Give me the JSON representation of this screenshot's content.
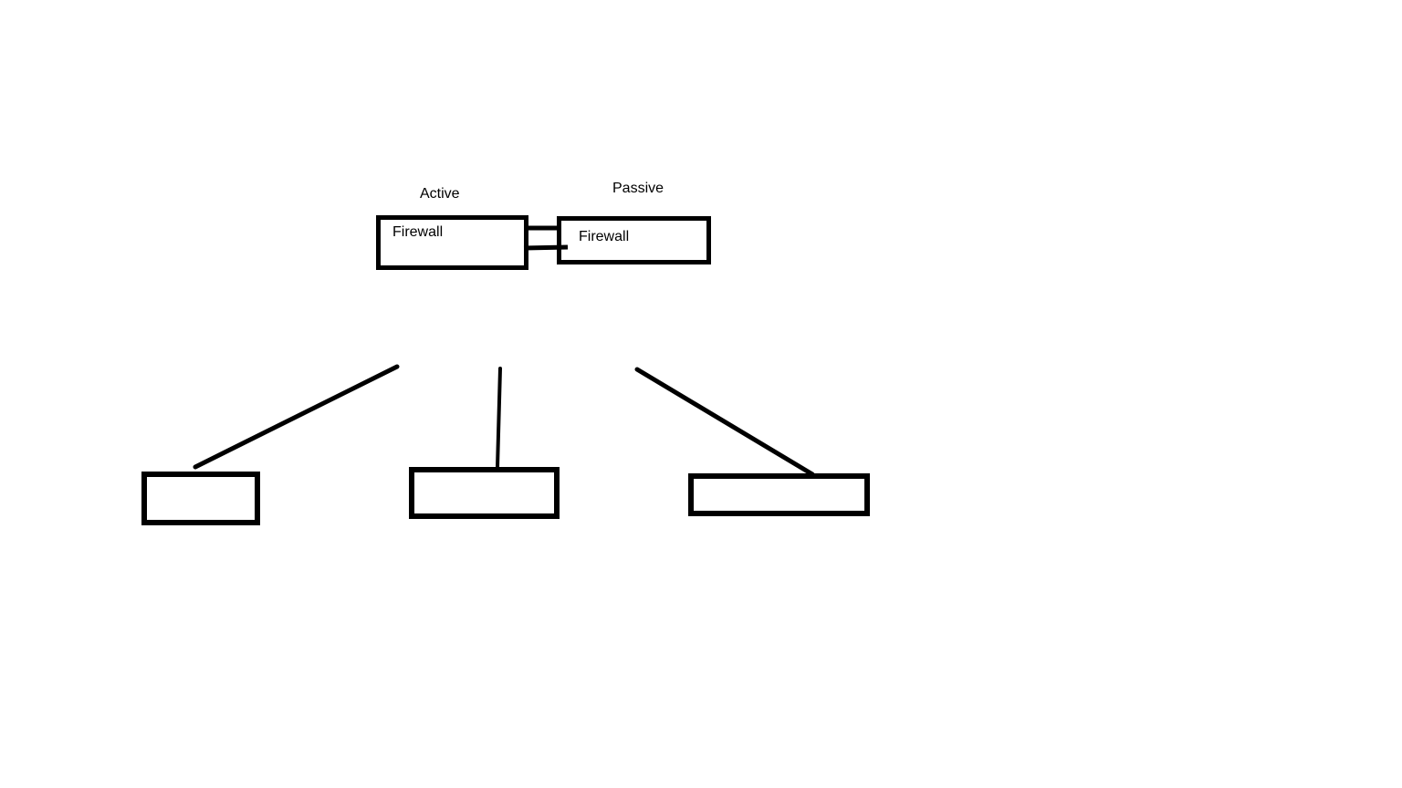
{
  "colors": {
    "background": "#ffffff",
    "ink": "#000000"
  },
  "diagram": {
    "firewall_pair": {
      "active": {
        "label": "Active",
        "box_text": "Firewall"
      },
      "passive": {
        "label": "Passive",
        "box_text": "Firewall"
      }
    },
    "bottom_boxes": [
      {
        "text": ""
      },
      {
        "text": ""
      },
      {
        "text": ""
      }
    ]
  }
}
